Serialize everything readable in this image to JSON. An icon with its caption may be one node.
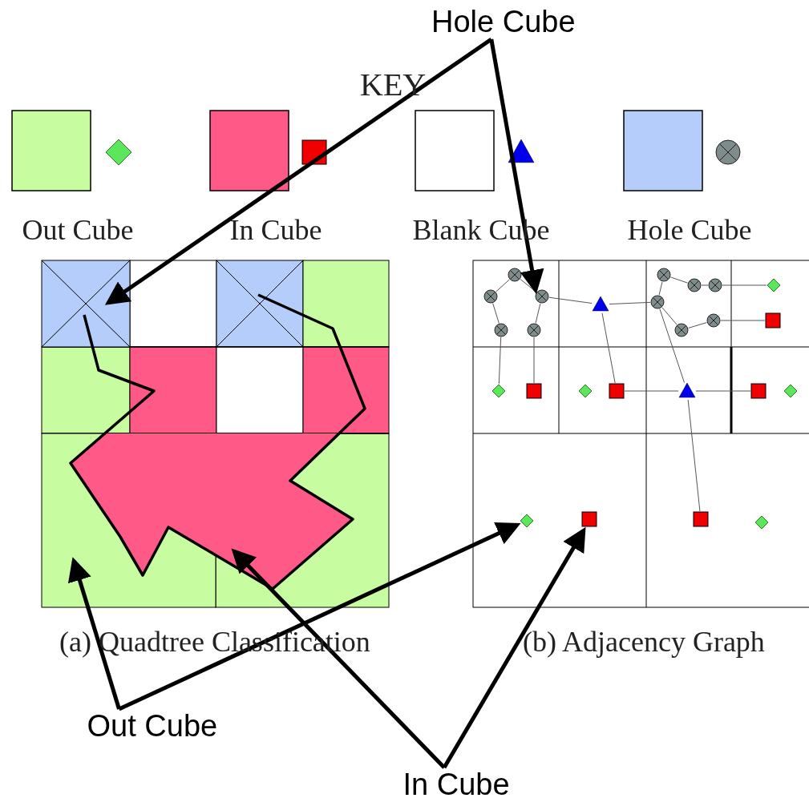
{
  "diagram": {
    "nodes": [
      {
        "text": [
          "Hole Cube"
        ]
      },
      {
        "text": [],
        "shape": "box"
      },
      {
        "text": [],
        "shape": "circle"
      },
      {
        "text": [
          "Out Cube"
        ]
      },
      {
        "text": [],
        "shape": "box"
      },
      {
        "text": [],
        "shape": "diamond"
      },
      {
        "text": [
          "In Cube"
        ]
      },
      {
        "text": [],
        "shape": "polygon"
      },
      {
        "text": [],
        "shape": "box"
      },
      {
        "text": [],
        "shape": "circle"
      },
      {
        "text": [],
        "shape": "circle"
      },
      {
        "text": [],
        "shape": "circle"
      },
      {
        "text": [],
        "shape": "circle"
      },
      {
        "text": [],
        "shape": "diamond"
      },
      {
        "text": [],
        "shape": "circle"
      },
      {
        "text": [],
        "shape": "triangle"
      },
      {
        "text": [],
        "shape": "circle"
      },
      {
        "text": [],
        "shape": "circle"
      },
      {
        "text": [],
        "shape": "box"
      },
      {
        "text": [],
        "shape": "circle"
      },
      {
        "text": [],
        "shape": "circle"
      },
      {
        "text": [],
        "shape": "circle"
      },
      {
        "text": [],
        "shape": "diamond"
      },
      {
        "text": [],
        "shape": "box"
      },
      {
        "text": [],
        "shape": "diamond"
      },
      {
        "text": [],
        "shape": "box"
      },
      {
        "text": [],
        "shape": "triangle"
      },
      {
        "text": [],
        "shape": "box"
      },
      {
        "text": [],
        "shape": "diamond"
      },
      {
        "text": [],
        "shape": "box"
      },
      {
        "text": [],
        "shape": "diamond"
      }
    ],
    "edges": [
      {
        "from": 0,
        "to": 1,
        "arrow": "to",
        "style": "thick",
        "color": "#000000"
      },
      {
        "from": 0,
        "to": 2,
        "arrow": "to",
        "style": "thick",
        "color": "#000000"
      },
      {
        "from": 3,
        "to": 4,
        "arrow": "to",
        "style": "thick",
        "color": "#000000"
      },
      {
        "from": 3,
        "to": 5,
        "arrow": "to",
        "style": "thick",
        "color": "#000000"
      },
      {
        "from": 6,
        "to": 7,
        "arrow": "to",
        "style": "thick",
        "color": "#000000"
      },
      {
        "from": 6,
        "to": 8,
        "arrow": "to",
        "style": "thick",
        "color": "#000000"
      },
      {
        "from": 14,
        "to": 9,
        "arrow": "none"
      },
      {
        "from": 9,
        "to": 2,
        "arrow": "none"
      },
      {
        "from": 14,
        "to": 19,
        "arrow": "none"
      },
      {
        "from": 2,
        "to": 20,
        "arrow": "none"
      },
      {
        "from": 19,
        "to": 22,
        "arrow": "none"
      },
      {
        "from": 20,
        "to": 23,
        "arrow": "none"
      },
      {
        "from": 2,
        "to": 15,
        "arrow": "none"
      },
      {
        "from": 15,
        "to": 16,
        "arrow": "none"
      },
      {
        "from": 15,
        "to": 25,
        "arrow": "none"
      },
      {
        "from": 25,
        "to": 26,
        "arrow": "none"
      },
      {
        "from": 26,
        "to": 27,
        "arrow": "none"
      },
      {
        "from": 16,
        "to": 10,
        "arrow": "none"
      },
      {
        "from": 10,
        "to": 11,
        "arrow": "none"
      },
      {
        "from": 11,
        "to": 12,
        "arrow": "none"
      },
      {
        "from": 12,
        "to": 13,
        "arrow": "none"
      },
      {
        "from": 16,
        "to": 21,
        "arrow": "none"
      },
      {
        "from": 21,
        "to": 17,
        "arrow": "none"
      },
      {
        "from": 17,
        "to": 18,
        "arrow": "none"
      },
      {
        "from": 16,
        "to": 26,
        "arrow": "none"
      },
      {
        "from": 26,
        "to": 29,
        "arrow": "none"
      }
    ],
    "labels": [
      "KEY",
      "(a) Quadtree Classification",
      "(b) Adjacency Graph"
    ],
    "legend": [
      {
        "text": "Out Cube",
        "color": "#c8fca0"
      },
      {
        "text": "In Cube",
        "color": "#ff5a87"
      },
      {
        "text": "Blank Cube",
        "color": "#ffffff"
      },
      {
        "text": "Hole Cube",
        "color": "#b4cdfa"
      }
    ]
  }
}
